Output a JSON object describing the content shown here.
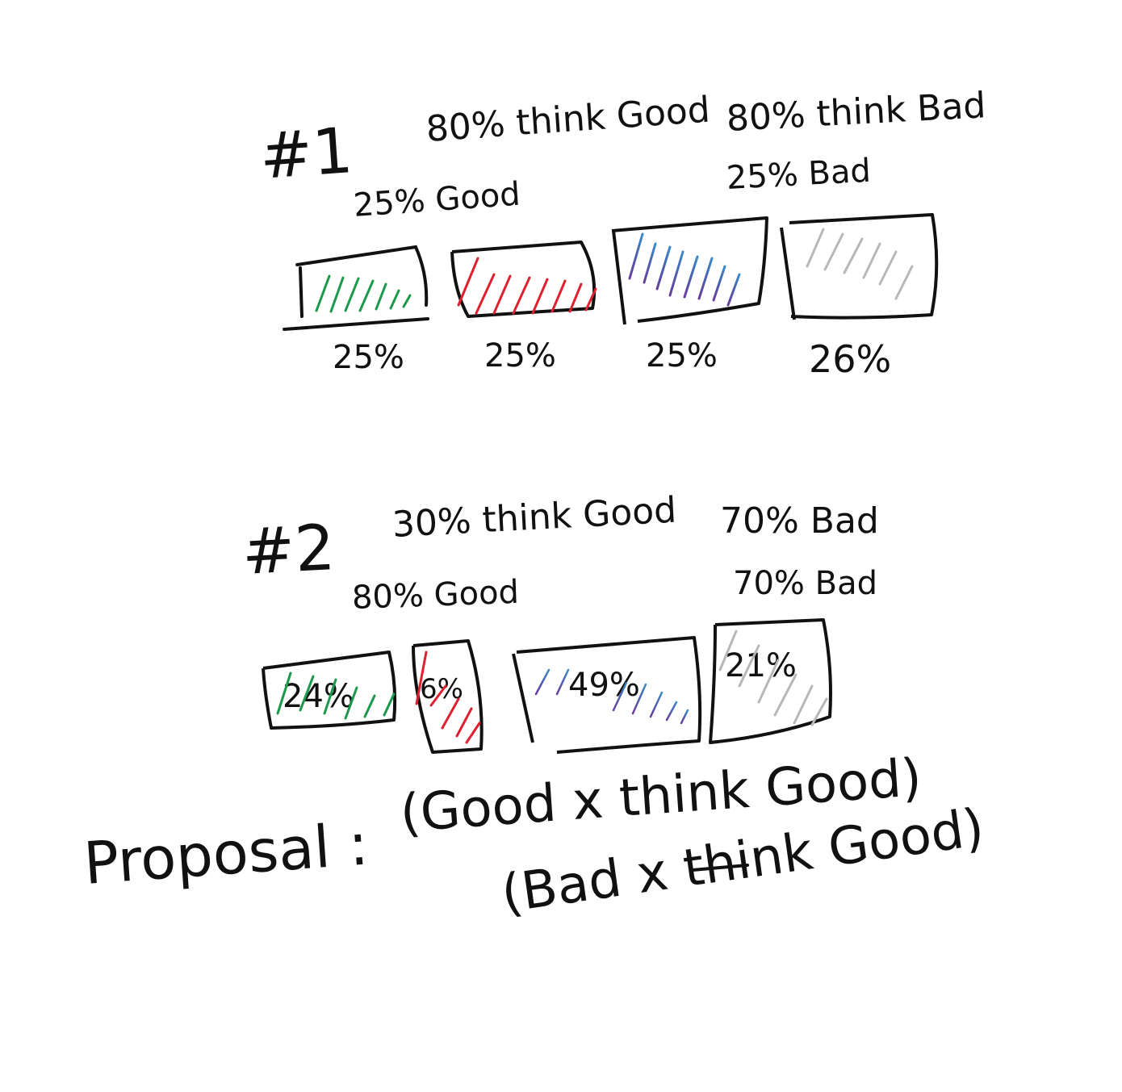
{
  "colors": {
    "green": "#1a9a4a",
    "red": "#e0202e",
    "purple_blue": [
      "#6a3d9a",
      "#4a5fb0",
      "#3c8cc8"
    ],
    "grey": "#b8b8b8",
    "ink": "#111111"
  },
  "scenario1": {
    "label": "#1",
    "think_good": "80% think Good",
    "think_bad": "80% think Bad",
    "good": "25% Good",
    "bad": "25% Bad",
    "boxes": [
      {
        "value": "25%",
        "color": "green"
      },
      {
        "value": "25%",
        "color": "red"
      },
      {
        "value": "25%",
        "color": "purple_blue"
      },
      {
        "value": "26%",
        "color": "grey"
      }
    ]
  },
  "scenario2": {
    "label": "#2",
    "think_good": "30% think Good",
    "think_bad": "70% Bad",
    "good": "80% Good",
    "bad": "70% Bad",
    "boxes": [
      {
        "value": "24%",
        "color": "green"
      },
      {
        "value": "6%",
        "color": "red"
      },
      {
        "value": "49%",
        "color": "purple_blue"
      },
      {
        "value": "21%",
        "color": "grey"
      }
    ]
  },
  "proposal": {
    "label": "Proposal :",
    "numerator": "(Good x think Good)",
    "denominator": "(Bad x think Good)"
  }
}
